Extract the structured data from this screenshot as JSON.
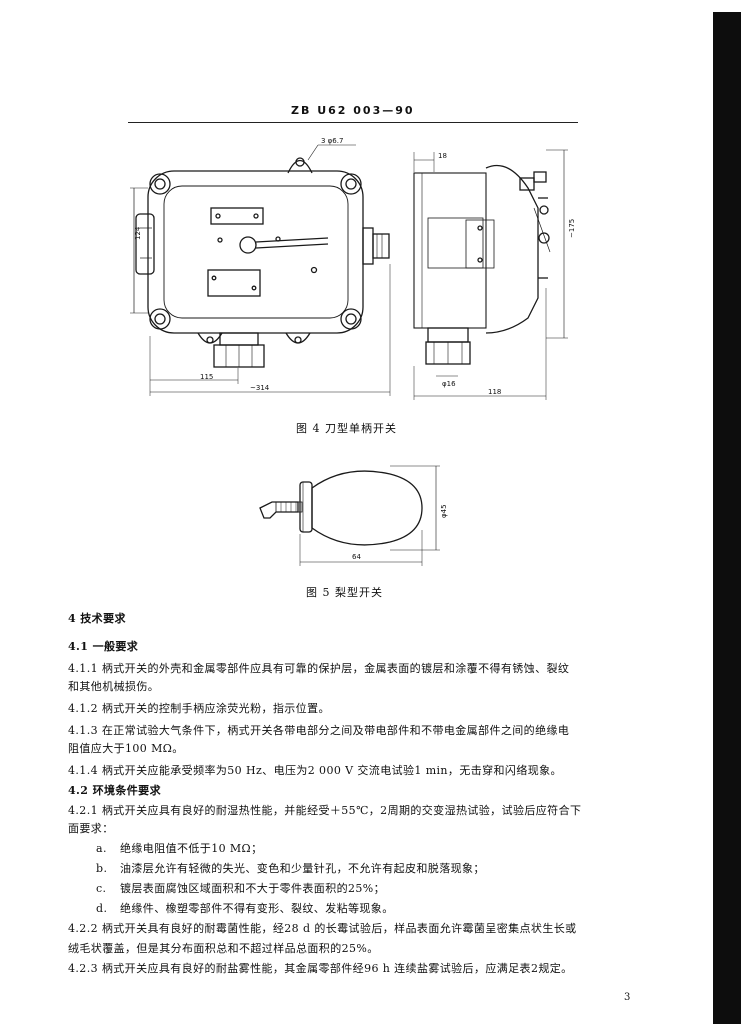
{
  "header": "ZB U62 003—90",
  "figures": {
    "fig4": {
      "caption": "图 4  刀型单柄开关",
      "dims": {
        "d": "3  φ6.7",
        "h124": "124",
        "w115": "115",
        "w314": "~314",
        "t18": "18",
        "h175": "~175",
        "d16": "φ16",
        "w118": "118"
      }
    },
    "fig5": {
      "caption": "图 5  梨型开关",
      "dims": {
        "d45": "φ45",
        "w64": "64"
      }
    }
  },
  "sections": {
    "s4": "4  技术要求",
    "s41": "4.1  一般要求",
    "p411a": "4.1.1  柄式开关的外壳和金属零部件应具有可靠的保护层，金属表面的镀层和涂覆不得有锈蚀、裂纹",
    "p411b": "和其他机械损伤。",
    "p412": "4.1.2  柄式开关的控制手柄应涂荧光粉，指示位置。",
    "p413a": "4.1.3  在正常试验大气条件下，柄式开关各带电部分之间及带电部件和不带电金属部件之间的绝缘电",
    "p413b": "阻值应大于100 MΩ。",
    "p414": "4.1.4  柄式开关应能承受频率为50 Hz、电压为2 000 V 交流电试验1 min，无击穿和闪络现象。",
    "s42": "4.2  环境条件要求",
    "p421a": "4.2.1  柄式开关应具有良好的耐湿热性能，并能经受＋55℃，2周期的交变湿热试验，试验后应符合下",
    "p421b": "面要求：",
    "items": [
      {
        "k": "a.",
        "t": "绝缘电阻值不低于10 MΩ；"
      },
      {
        "k": "b.",
        "t": "油漆层允许有轻微的失光、变色和少量针孔，不允许有起皮和脱落现象；"
      },
      {
        "k": "c.",
        "t": "镀层表面腐蚀区域面积和不大于零件表面积的25%；"
      },
      {
        "k": "d.",
        "t": "绝缘件、橡塑零部件不得有变形、裂纹、发粘等现象。"
      }
    ],
    "p422a": "4.2.2  柄式开关具有良好的耐霉菌性能，经28 d 的长霉试验后，样品表面允许霉菌呈密集点状生长或",
    "p422b": "绒毛状覆盖，但是其分布面积总和不超过样品总面积的25%。",
    "p423": "4.2.3  柄式开关应具有良好的耐盐雾性能，其金属零部件经96 h 连续盐雾试验后，应满足表2规定。"
  },
  "page_number": "3"
}
